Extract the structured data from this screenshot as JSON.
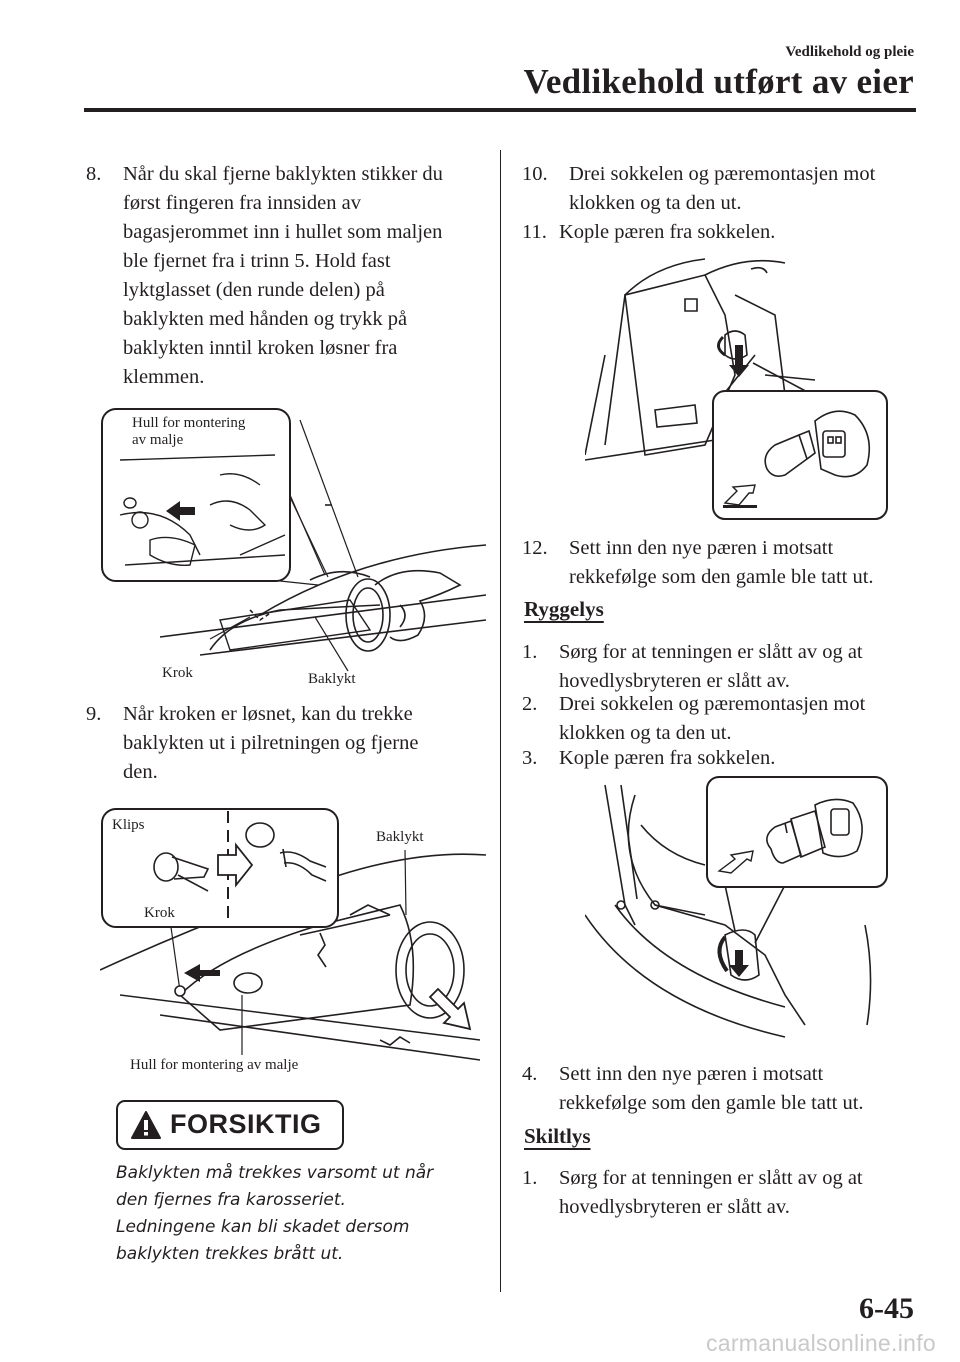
{
  "header": {
    "section": "Vedlikehold og pleie",
    "title": "Vedlikehold utført av eier"
  },
  "left": {
    "step8": {
      "num": "8.",
      "lines": [
        "Når du skal fjerne baklykten stikker du",
        "først fingeren fra innsiden av",
        "bagasjerommet inn i hullet som maljen",
        "ble fjernet fra i trinn 5. Hold fast",
        "lyktglasset (den runde delen) på",
        "baklykten med hånden og trykk på",
        "baklykten inntil kroken løsner fra",
        "klemmen."
      ]
    },
    "fig1": {
      "hull_line1": "Hull for montering",
      "hull_line2": "av malje",
      "krok": "Krok",
      "baklykt": "Baklykt"
    },
    "step9": {
      "num": "9.",
      "lines": [
        "Når kroken er løsnet, kan du trekke",
        "baklykten ut i pilretningen og fjerne",
        "den."
      ]
    },
    "fig2": {
      "klips": "Klips",
      "baklykt": "Baklykt",
      "krok": "Krok",
      "hull": "Hull for montering av malje"
    },
    "caution": {
      "label": "FORSIKTIG",
      "lines": [
        "Baklykten må trekkes varsomt ut når",
        "den fjernes fra karosseriet.",
        "Ledningene kan bli skadet dersom",
        "baklykten trekkes brått ut."
      ]
    }
  },
  "right": {
    "step10": {
      "num": "10.",
      "lines": [
        "Drei sokkelen og pæremontasjen mot",
        "klokken og ta den ut."
      ]
    },
    "step11": {
      "num": "11.",
      "lines": [
        "Kople pæren fra sokkelen."
      ]
    },
    "step12": {
      "num": "12.",
      "lines": [
        "Sett inn den nye pæren i motsatt",
        "rekkefølge som den gamle ble tatt ut."
      ]
    },
    "ryggelys": {
      "title": "Ryggelys",
      "s1": {
        "num": "1.",
        "lines": [
          "Sørg for at tenningen er slått av og at",
          "hovedlysbryteren er slått av."
        ]
      },
      "s2": {
        "num": "2.",
        "lines": [
          "Drei sokkelen og pæremontasjen mot",
          "klokken og ta den ut."
        ]
      },
      "s3": {
        "num": "3.",
        "lines": [
          "Kople pæren fra sokkelen."
        ]
      },
      "s4": {
        "num": "4.",
        "lines": [
          "Sett inn den nye pæren i motsatt",
          "rekkefølge som den gamle ble tatt ut."
        ]
      }
    },
    "skiltlys": {
      "title": "Skiltlys",
      "s1": {
        "num": "1.",
        "lines": [
          "Sørg for at tenningen er slått av og at",
          "hovedlysbryteren er slått av."
        ]
      }
    }
  },
  "page_number": "6-45",
  "watermark": "carmanualsonline.info"
}
